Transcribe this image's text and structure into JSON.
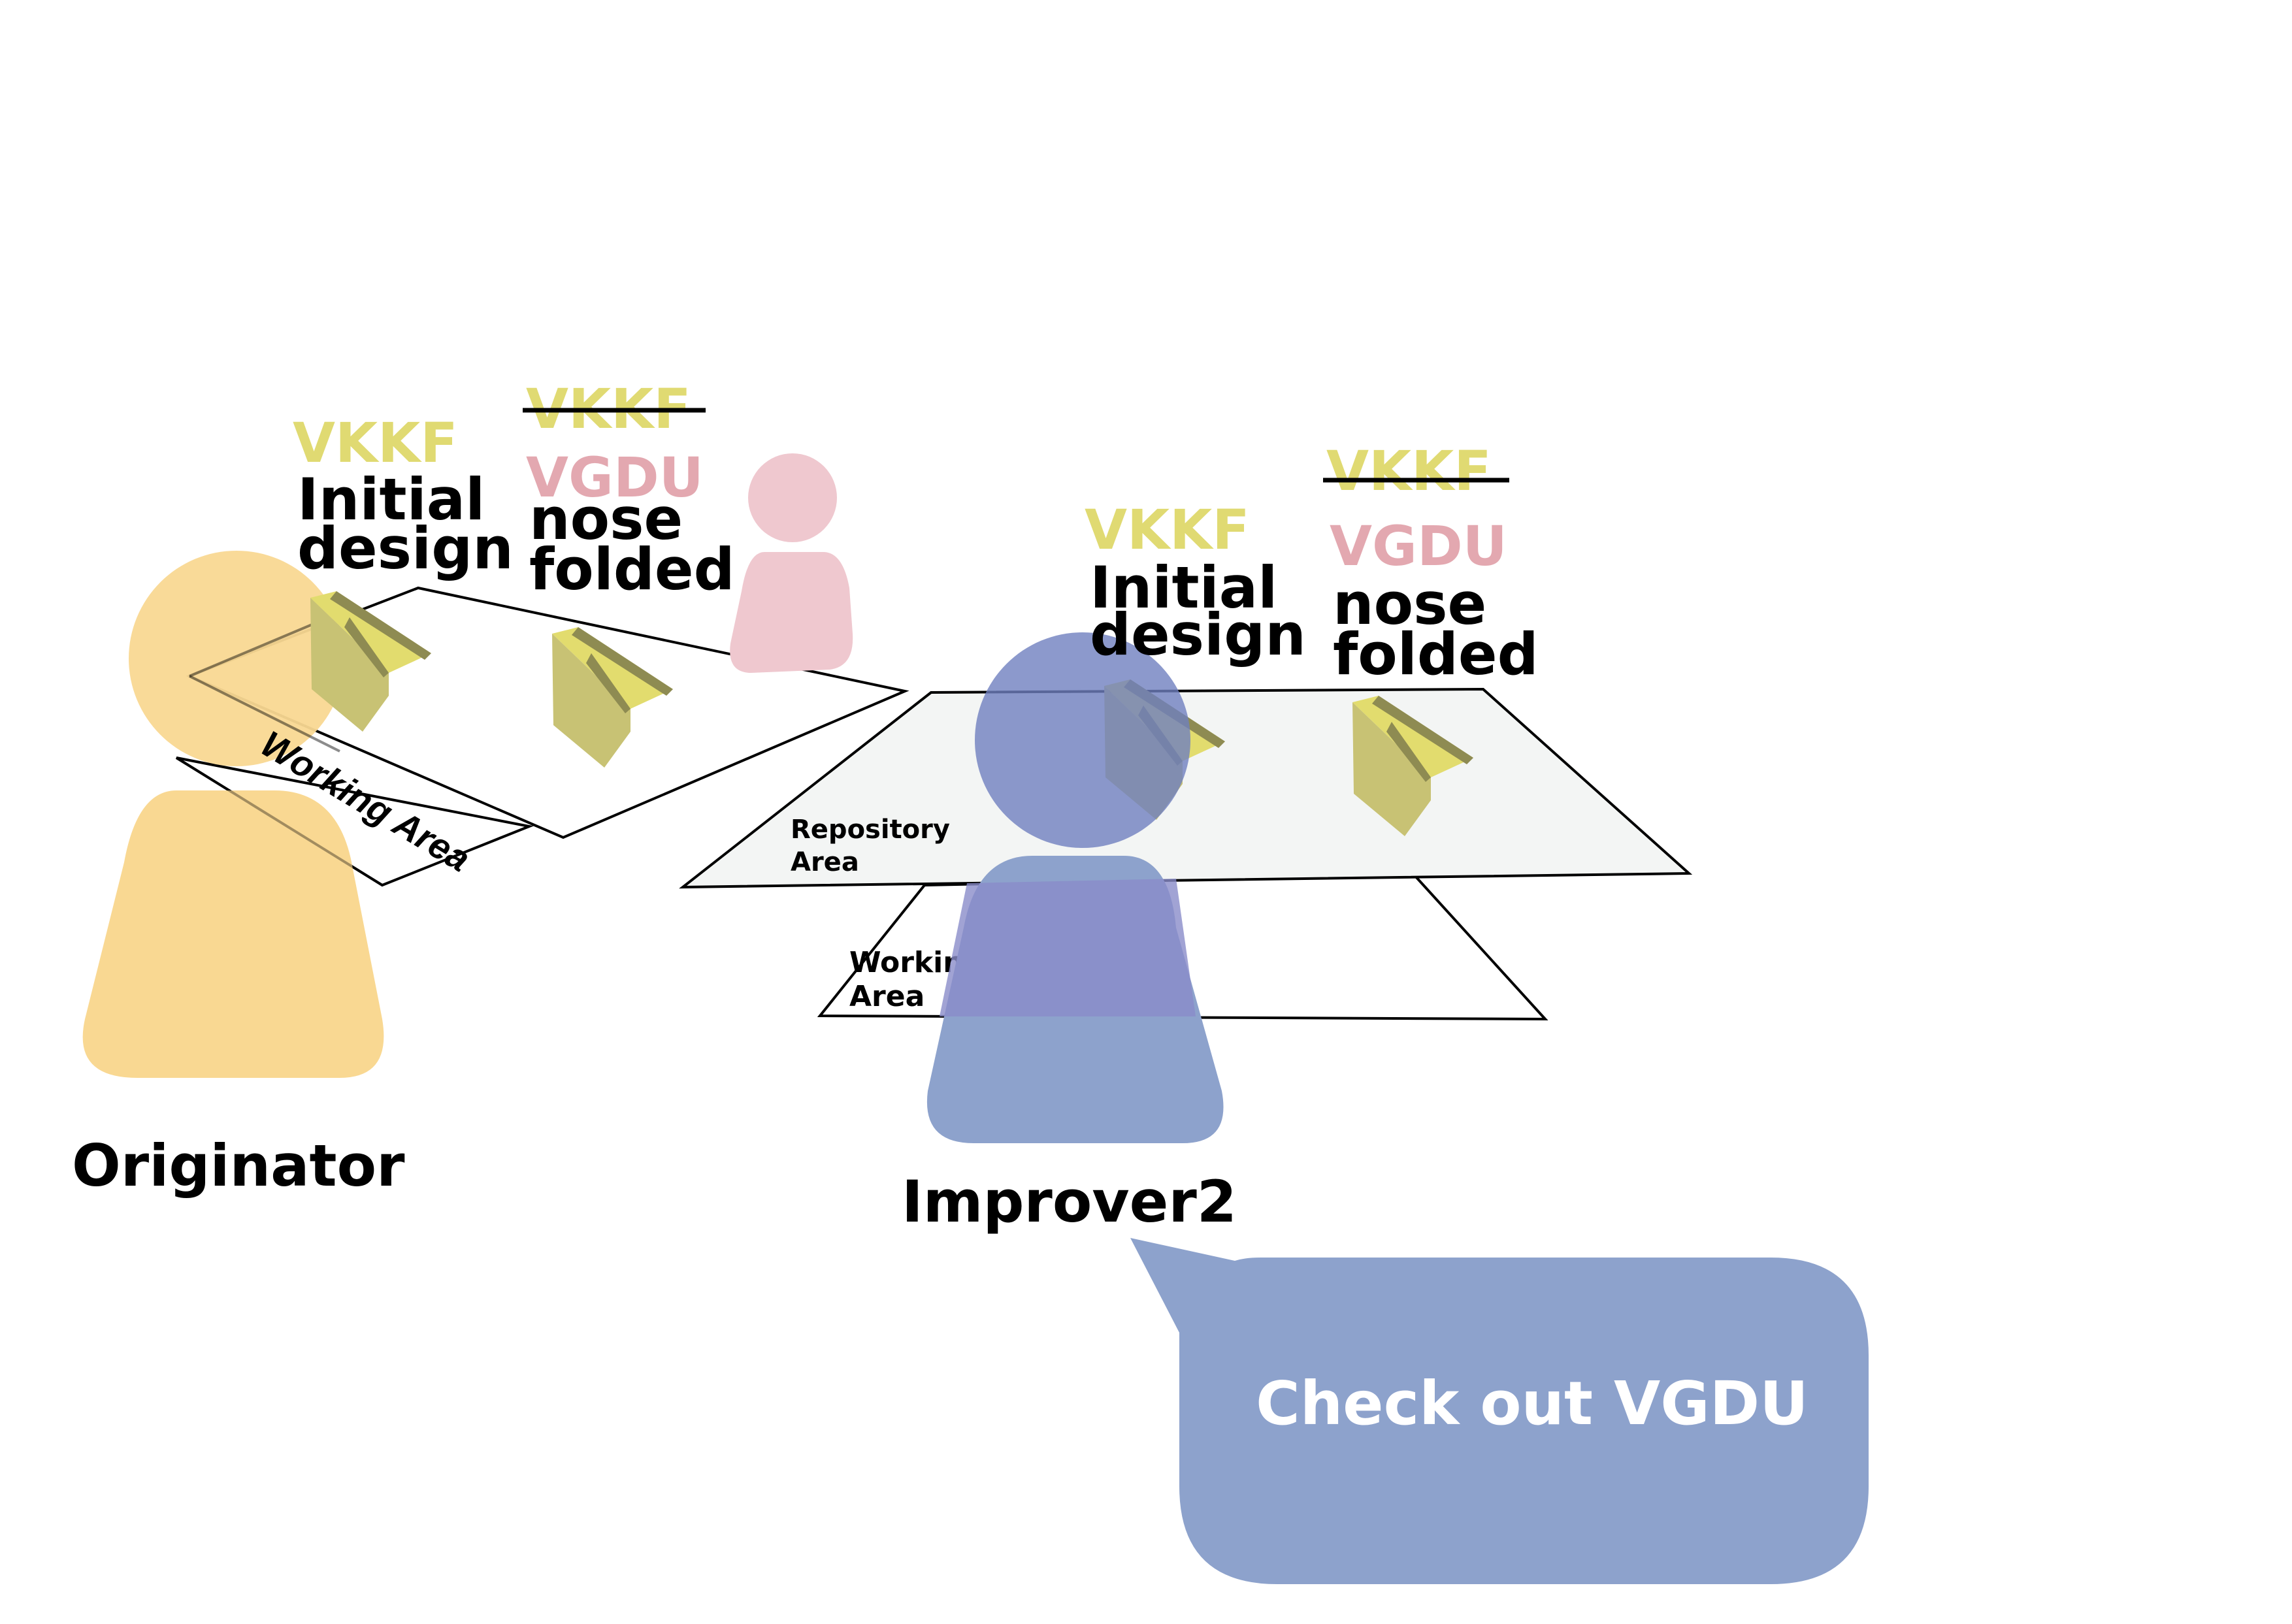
{
  "colors": {
    "originator": "#F9D892",
    "improver2": "#8DA2CC",
    "improver2_overlay": "#8A8CC9",
    "third_person": "#EFC8CF",
    "vkkf": "#E0DA72",
    "vgdu": "#E3A8B0",
    "plane_light": "#E2DC6E",
    "plane_mid": "#C8C274",
    "plane_dark": "#8E8B52",
    "repository_fill": "#F3F5F4",
    "text": "#000000",
    "bubble_text": "#FFFFFF"
  },
  "people": {
    "originator": {
      "label": "Originator"
    },
    "improver2": {
      "label": "Improver2"
    }
  },
  "left_group": {
    "working_area_label": "Working Area",
    "rev1": {
      "id": "VKKF",
      "desc_line1": "Initial",
      "desc_line2": "design"
    },
    "rev2": {
      "old_id": "VKKF",
      "id": "VGDU",
      "desc_line1": "nose",
      "desc_line2": "folded"
    }
  },
  "right_group": {
    "repository_label_line1": "Repository",
    "repository_label_line2": "Area",
    "working_area_label_line1": "Working",
    "working_area_label_line2": "Area",
    "rev1": {
      "id": "VKKF",
      "desc_line1": "Initial",
      "desc_line2": "design"
    },
    "rev2": {
      "old_id": "VKKF",
      "id": "VGDU",
      "desc_line1": "nose",
      "desc_line2": "folded"
    }
  },
  "speech_bubble": {
    "text": "Check out VGDU"
  },
  "icons": {
    "paper_plane": "paper-plane-icon",
    "person": "person-icon"
  }
}
